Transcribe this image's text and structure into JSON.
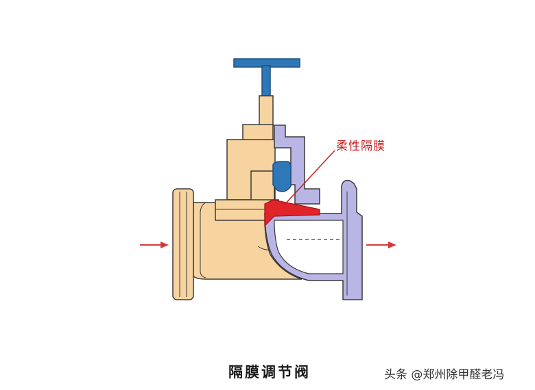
{
  "diagram": {
    "title": "隔膜调节阀",
    "callout_label": "柔性隔膜",
    "watermark": "头条 @郑州除甲醛老冯",
    "colors": {
      "body_fill": "#f7d3a0",
      "body_stroke": "#3a3a3a",
      "liner_fill": "#b9b6e6",
      "handwheel": "#2f78b8",
      "diaphragm": "#e0242a",
      "arrow": "#d23a3a",
      "background": "#ffffff"
    },
    "icons": [
      "inlet-flow-arrow",
      "outlet-flow-arrow",
      "callout-leader-line"
    ]
  }
}
